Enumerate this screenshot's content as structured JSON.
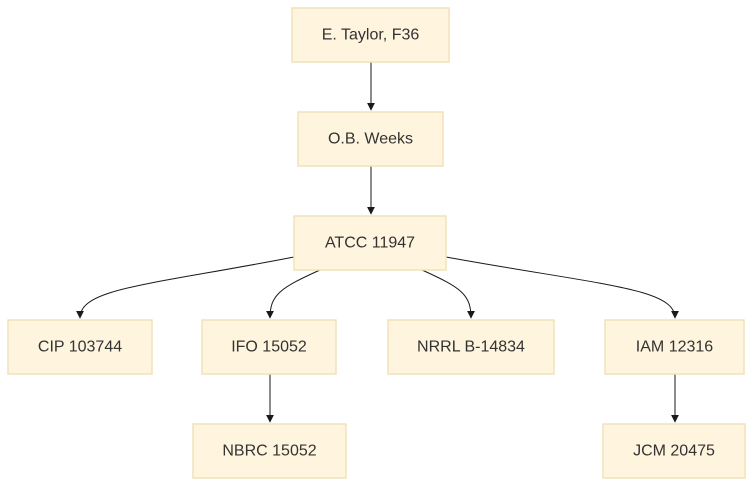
{
  "diagram": {
    "nodes": [
      {
        "id": "taylor",
        "label": "E. Taylor, F36"
      },
      {
        "id": "weeks",
        "label": "O.B. Weeks"
      },
      {
        "id": "atcc",
        "label": "ATCC 11947"
      },
      {
        "id": "cip",
        "label": "CIP 103744"
      },
      {
        "id": "ifo",
        "label": "IFO 15052"
      },
      {
        "id": "nrrl",
        "label": "NRRL B-14834"
      },
      {
        "id": "iam",
        "label": "IAM 12316"
      },
      {
        "id": "nbrc",
        "label": "NBRC 15052"
      },
      {
        "id": "jcm",
        "label": "JCM 20475"
      }
    ],
    "edges": [
      {
        "from": "taylor",
        "to": "weeks"
      },
      {
        "from": "weeks",
        "to": "atcc"
      },
      {
        "from": "atcc",
        "to": "cip"
      },
      {
        "from": "atcc",
        "to": "ifo"
      },
      {
        "from": "atcc",
        "to": "nrrl"
      },
      {
        "from": "atcc",
        "to": "iam"
      },
      {
        "from": "ifo",
        "to": "nbrc"
      },
      {
        "from": "iam",
        "to": "jcm"
      }
    ],
    "colors": {
      "node_fill": "#fff4dd",
      "node_border": "#f2e2bb",
      "edge": "#1a1a1a",
      "text": "#333333"
    }
  }
}
